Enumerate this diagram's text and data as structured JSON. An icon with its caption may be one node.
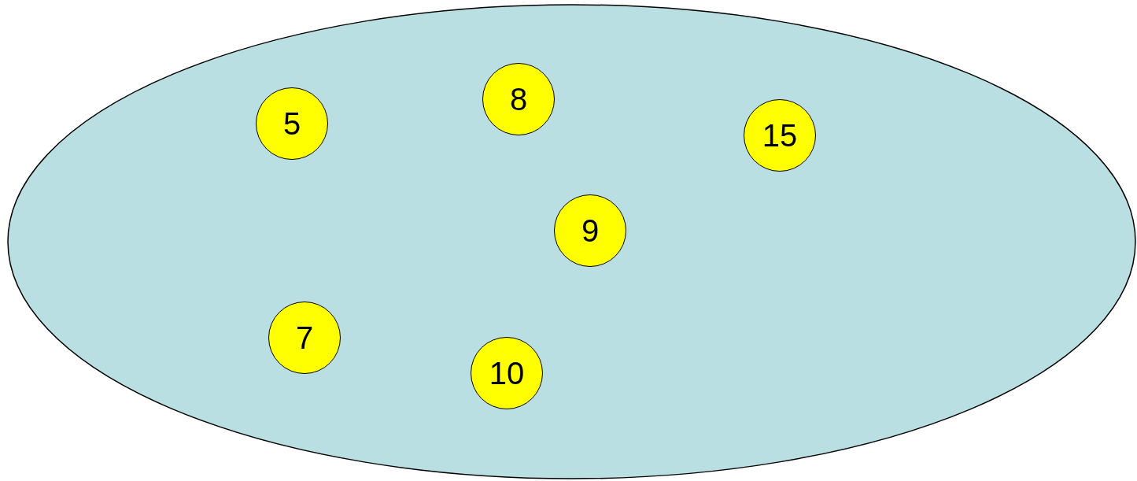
{
  "diagram": {
    "nodes": [
      {
        "text": [],
        "shape": "ellipse"
      },
      {
        "text": [
          "8"
        ],
        "in": 0
      },
      {
        "text": [
          "5"
        ],
        "in": 0
      },
      {
        "text": [
          "15"
        ],
        "in": 0
      },
      {
        "text": [
          "9"
        ],
        "in": 0
      },
      {
        "text": [
          "7"
        ],
        "in": 0
      },
      {
        "text": [
          "10"
        ],
        "in": 0
      }
    ]
  }
}
